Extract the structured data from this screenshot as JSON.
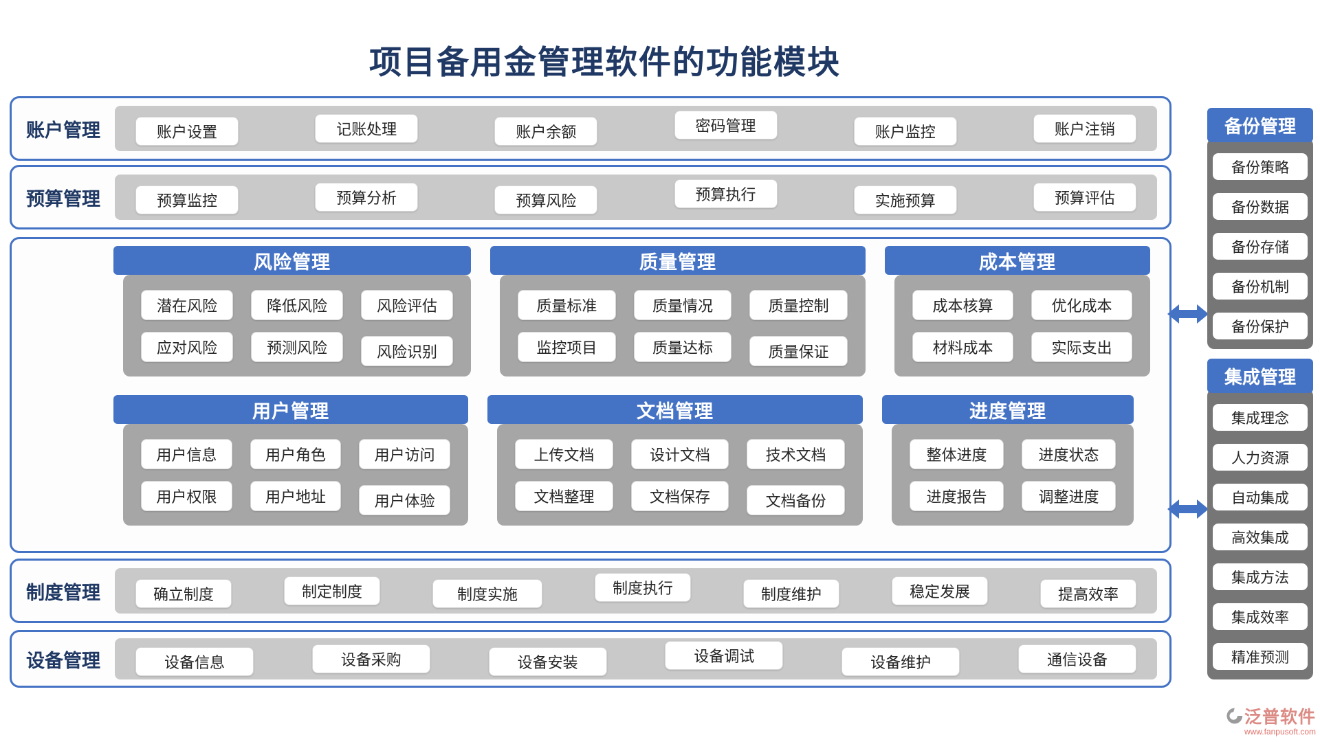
{
  "title": "项目备用金管理软件的功能模块",
  "bands": {
    "account": {
      "label": "账户管理",
      "items": [
        "账户设置",
        "记账处理",
        "账户余额",
        "密码管理",
        "账户监控",
        "账户注销"
      ]
    },
    "budget": {
      "label": "预算管理",
      "items": [
        "预算监控",
        "预算分析",
        "预算风险",
        "预算执行",
        "实施预算",
        "预算评估"
      ]
    },
    "policy": {
      "label": "制度管理",
      "items": [
        "确立制度",
        "制定制度",
        "制度实施",
        "制度执行",
        "制度维护",
        "稳定发展",
        "提高效率"
      ]
    },
    "equipment": {
      "label": "设备管理",
      "items": [
        "设备信息",
        "设备采购",
        "设备安装",
        "设备调试",
        "设备维护",
        "通信设备"
      ]
    }
  },
  "modules": {
    "risk": {
      "title": "风险管理",
      "items": [
        "潜在风险",
        "降低风险",
        "风险评估",
        "应对风险",
        "预测风险",
        "风险识别"
      ]
    },
    "quality": {
      "title": "质量管理",
      "items": [
        "质量标准",
        "质量情况",
        "质量控制",
        "监控项目",
        "质量达标",
        "质量保证"
      ]
    },
    "cost": {
      "title": "成本管理",
      "items": [
        "成本核算",
        "优化成本",
        "材料成本",
        "实际支出"
      ]
    },
    "user": {
      "title": "用户管理",
      "items": [
        "用户信息",
        "用户角色",
        "用户访问",
        "用户权限",
        "用户地址",
        "用户体验"
      ]
    },
    "document": {
      "title": "文档管理",
      "items": [
        "上传文档",
        "设计文档",
        "技术文档",
        "文档整理",
        "文档保存",
        "文档备份"
      ]
    },
    "progress": {
      "title": "进度管理",
      "items": [
        "整体进度",
        "进度状态",
        "进度报告",
        "调整进度"
      ]
    }
  },
  "sidebar": {
    "backup": {
      "title": "备份管理",
      "items": [
        "备份策略",
        "备份数据",
        "备份存储",
        "备份机制",
        "备份保护"
      ]
    },
    "integration": {
      "title": "集成管理",
      "items": [
        "集成理念",
        "人力资源",
        "自动集成",
        "高效集成",
        "集成方法",
        "集成效率",
        "精准预测"
      ]
    }
  },
  "logo": {
    "name": "泛普软件",
    "website": "www.fanpusoft.com"
  },
  "colors": {
    "accent_blue": "#4472C4",
    "navy_text": "#1F3864",
    "band_strip_grey": "#C9C9C9",
    "module_body_grey": "#A6A6A6",
    "sidebar_panel_grey": "#767676",
    "logo_red": "#DC8A84"
  }
}
